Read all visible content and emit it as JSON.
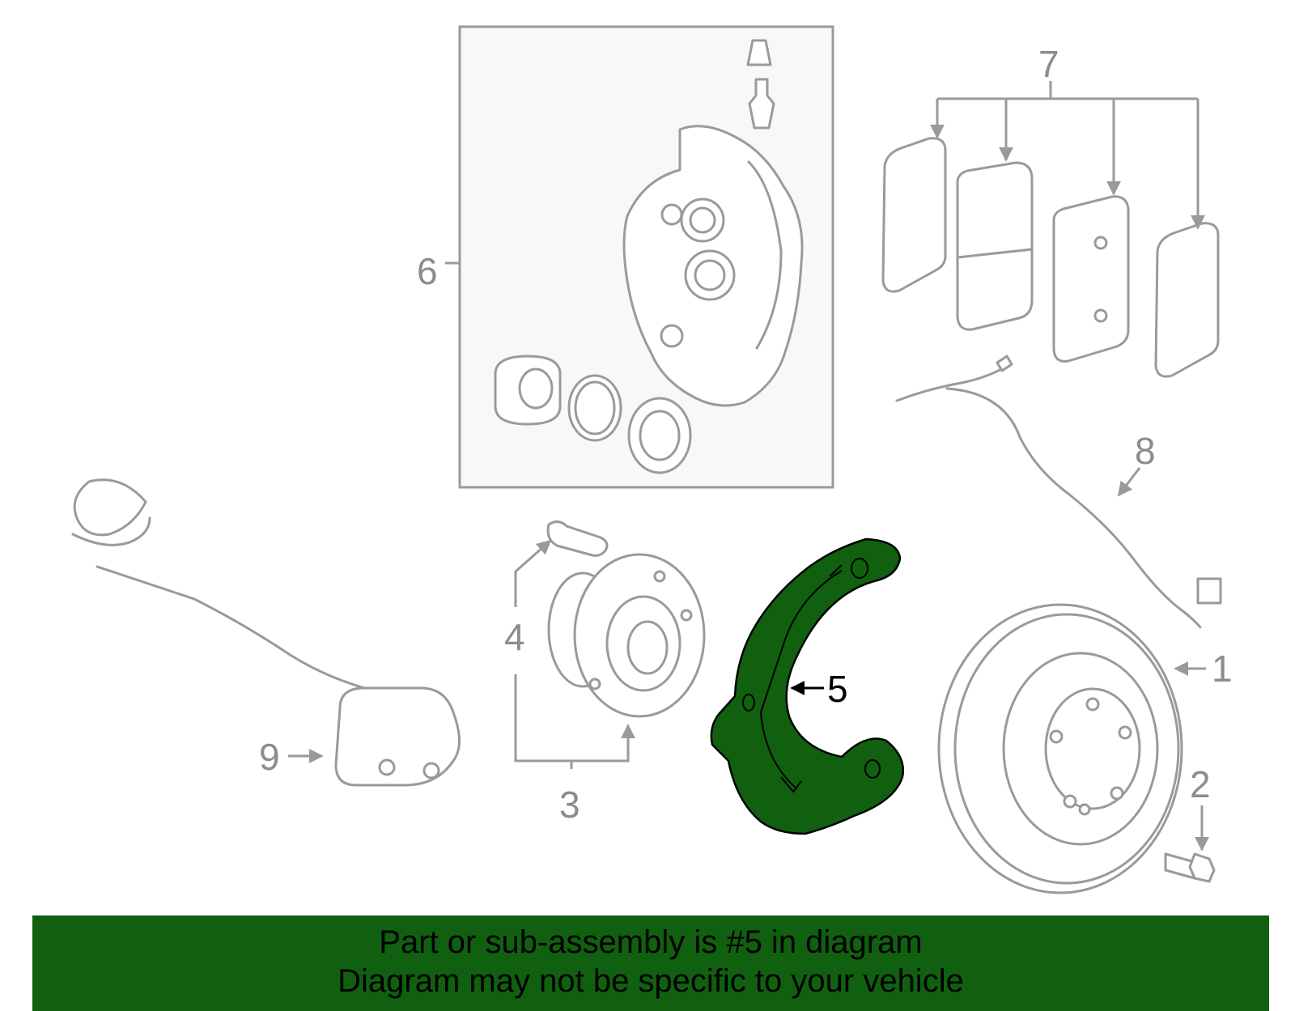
{
  "diagram": {
    "highlight_color": "#106010",
    "callouts": [
      {
        "label": "1",
        "part": "brake-rotor"
      },
      {
        "label": "2",
        "part": "rotor-bolt"
      },
      {
        "label": "3",
        "part": "hub-and-bearing"
      },
      {
        "label": "4",
        "part": "wheel-stud"
      },
      {
        "label": "5",
        "part": "splash-shield",
        "highlighted": true
      },
      {
        "label": "6",
        "part": "caliper-assembly"
      },
      {
        "label": "7",
        "part": "brake-pads"
      },
      {
        "label": "8",
        "part": "pad-wear-sensor"
      },
      {
        "label": "9",
        "part": "abs-wheel-speed-sensor"
      }
    ]
  },
  "banner": {
    "line1": "Part or sub-assembly is #5 in diagram",
    "line2": "Diagram may not be specific to your vehicle",
    "background": "#106010"
  }
}
